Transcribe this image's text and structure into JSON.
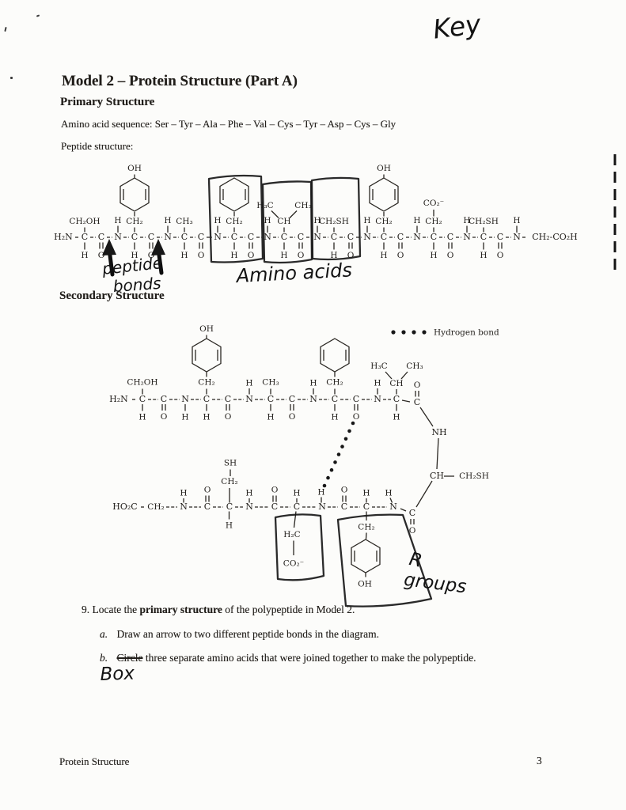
{
  "page": {
    "handwritten_key": "Key",
    "title": "Model 2 – Protein Structure (Part A)",
    "primary_heading": "Primary Structure",
    "sequence_line": "Amino acid sequence: Ser – Tyr – Ala – Phe – Val – Cys – Tyr – Asp – Cys – Gly",
    "peptide_structure_label": "Peptide structure:",
    "secondary_heading": "Secondary Structure",
    "footer_left": "Protein Structure",
    "page_number": "3"
  },
  "question9": {
    "number": "9.",
    "pre": "Locate the ",
    "bold": "primary structure",
    "post": " of the polypeptide in Model 2.",
    "a_label": "a.",
    "a_text": "Draw an arrow to two different peptide bonds in the diagram.",
    "b_label": "b.",
    "b_struck": "Circle",
    "b_rest": " three separate amino acids that were joined together to make the polypeptide.",
    "b_handwritten": "Box"
  },
  "annotations": {
    "peptide_line1": "peptide",
    "peptide_line2": "bonds",
    "amino_acids": "Amino acids",
    "r_group_line1": "R",
    "r_group_line2": "groups",
    "hydrogen_bond_legend": "Hydrogen bond"
  },
  "labels": {
    "C": "C",
    "N": "N",
    "H": "H",
    "O": "O",
    "h2n": "H₂N",
    "ch2oh": "CH₂OH",
    "ch2": "CH₂",
    "ch3": "CH₃",
    "h3c": "H₃C",
    "ch": "CH",
    "oh": "OH",
    "ch2sh": "CH₂SH",
    "co2_minus": "CO₂⁻",
    "gly_end": "CH₂-CO₂H",
    "ho2c": "HO₂C",
    "sh": "SH",
    "h2c": "H₂C",
    "nh": "NH"
  }
}
